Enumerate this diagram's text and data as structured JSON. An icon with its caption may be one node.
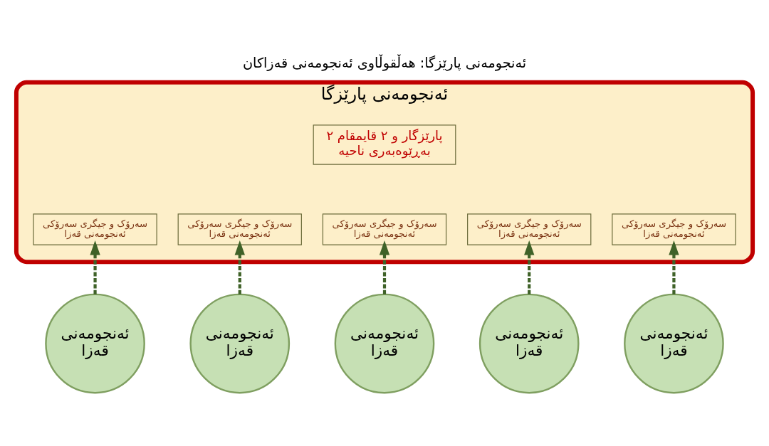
{
  "diagram": {
    "title": "ئەنجومەنی پارێزگا: هەڵقوڵاوی ئەنجومەنی قەزاکان",
    "nodes": [
      {
        "text": [
          "ئەنجومەنی پارێزگا"
        ]
      },
      {
        "text": [
          "پارێزگار و ٢ قایمقام ٢ بەڕێوەبەری ناحیە"
        ],
        "in": 0
      },
      {
        "text": [
          "سەرۆک و جیگری سەرۆکی ئەنجومەنی قەزا"
        ],
        "in": 0
      },
      {
        "text": [
          "سەرۆک و جیگری سەرۆکی ئەنجومەنی قەزا"
        ],
        "in": 0
      },
      {
        "text": [
          "سەرۆک و جیگری سەرۆکی ئەنجومەنی قەزا"
        ],
        "in": 0
      },
      {
        "text": [
          "سەرۆک و جیگری سەرۆکی ئەنجومەنی قەزا"
        ],
        "in": 0
      },
      {
        "text": [
          "سەرۆک و جیگری سەرۆکی ئەنجومەنی قەزا"
        ],
        "in": 0
      },
      {
        "text": [
          "ئەنجومەنی قەزا"
        ]
      },
      {
        "text": [
          "ئەنجومەنی قەزا"
        ]
      },
      {
        "text": [
          "ئەنجومەنی قەزا"
        ]
      },
      {
        "text": [
          "ئەنجومەنی قەزا"
        ]
      },
      {
        "text": [
          "ئەنجومەنی قەزا"
        ]
      }
    ],
    "edges": [
      {
        "from": 7,
        "to": 2,
        "arrow": "to",
        "style": "dashed"
      },
      {
        "from": 8,
        "to": 3,
        "arrow": "to",
        "style": "dashed"
      },
      {
        "from": 9,
        "to": 4,
        "arrow": "to",
        "style": "dashed"
      },
      {
        "from": 11,
        "to": 5,
        "arrow": "to",
        "style": "dashed"
      },
      {
        "from": 10,
        "to": 6,
        "arrow": "to",
        "style": "dashed"
      }
    ]
  }
}
